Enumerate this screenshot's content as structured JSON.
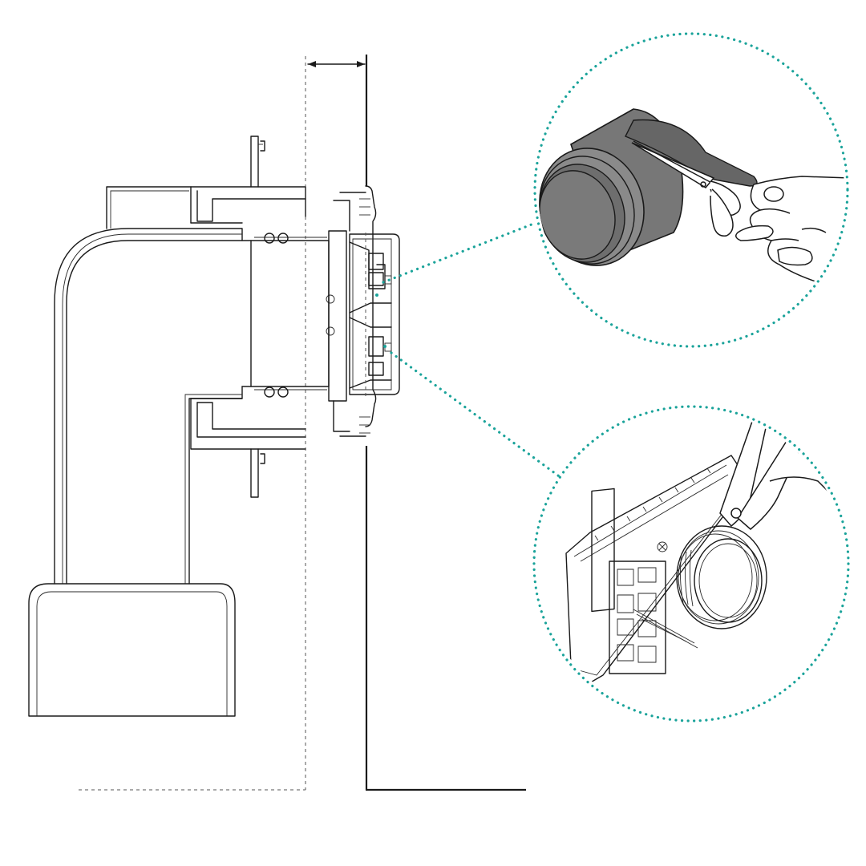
{
  "figure": {
    "accent_color": "#1aa39a",
    "ink_color": "#1a1a1a",
    "sleeve_color": "#777777",
    "icons": [
      "elbow-fitting",
      "wall-outlet-box",
      "scissors",
      "hand",
      "trap-housing-detail"
    ]
  }
}
